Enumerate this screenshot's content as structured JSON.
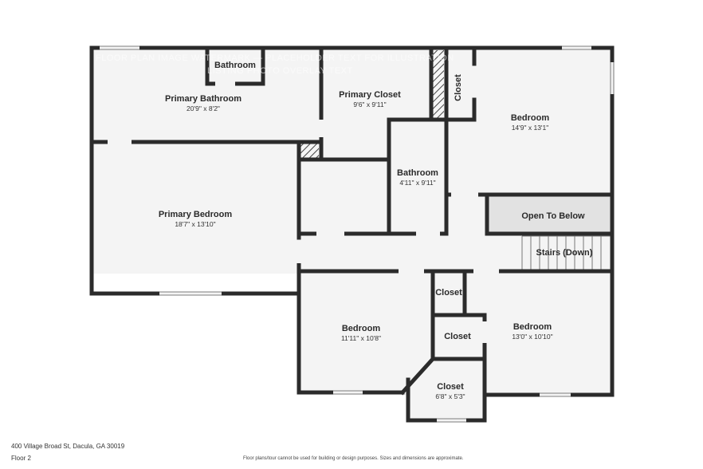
{
  "watermark": {
    "line1": "FLOOR PLAN IMAGE WATERMARK — PLACEHOLDER TEXT FOR ILLUSTRATION",
    "line2": "LISTING PHOTO OVERLAY TEXT"
  },
  "rooms": {
    "primary_bath": {
      "name": "Primary Bathroom",
      "dim": "20'9\" x 8'2\""
    },
    "bath_small": {
      "name": "Bathroom",
      "dim": ""
    },
    "primary_closet": {
      "name": "Primary Closet",
      "dim": "9'6\" x 9'11\""
    },
    "closet_vert": {
      "name": "Closet",
      "dim": ""
    },
    "bedroom_ne": {
      "name": "Bedroom",
      "dim": "14'9\" x 13'1\""
    },
    "primary_bed": {
      "name": "Primary Bedroom",
      "dim": "18'7\" x 13'10\""
    },
    "bath_mid": {
      "name": "Bathroom",
      "dim": "4'11\" x 9'11\""
    },
    "open_below": {
      "name": "Open To Below",
      "dim": ""
    },
    "stairs": {
      "name": "Stairs (Down)",
      "dim": ""
    },
    "bedroom_sw": {
      "name": "Bedroom",
      "dim": "11'11\" x 10'8\""
    },
    "closet_a": {
      "name": "Closet",
      "dim": ""
    },
    "closet_b": {
      "name": "Closet",
      "dim": ""
    },
    "bedroom_se": {
      "name": "Bedroom",
      "dim": "13'0\" x 10'10\""
    },
    "closet_c": {
      "name": "Closet",
      "dim": "6'8\" x 5'3\""
    }
  },
  "footer": {
    "address": "400 Village Broad St, Dacula, GA 30019",
    "floor": "Floor 2",
    "disclaimer": "Floor plans/tour cannot be used for building or design purposes. Sizes and dimensions are approximate."
  }
}
